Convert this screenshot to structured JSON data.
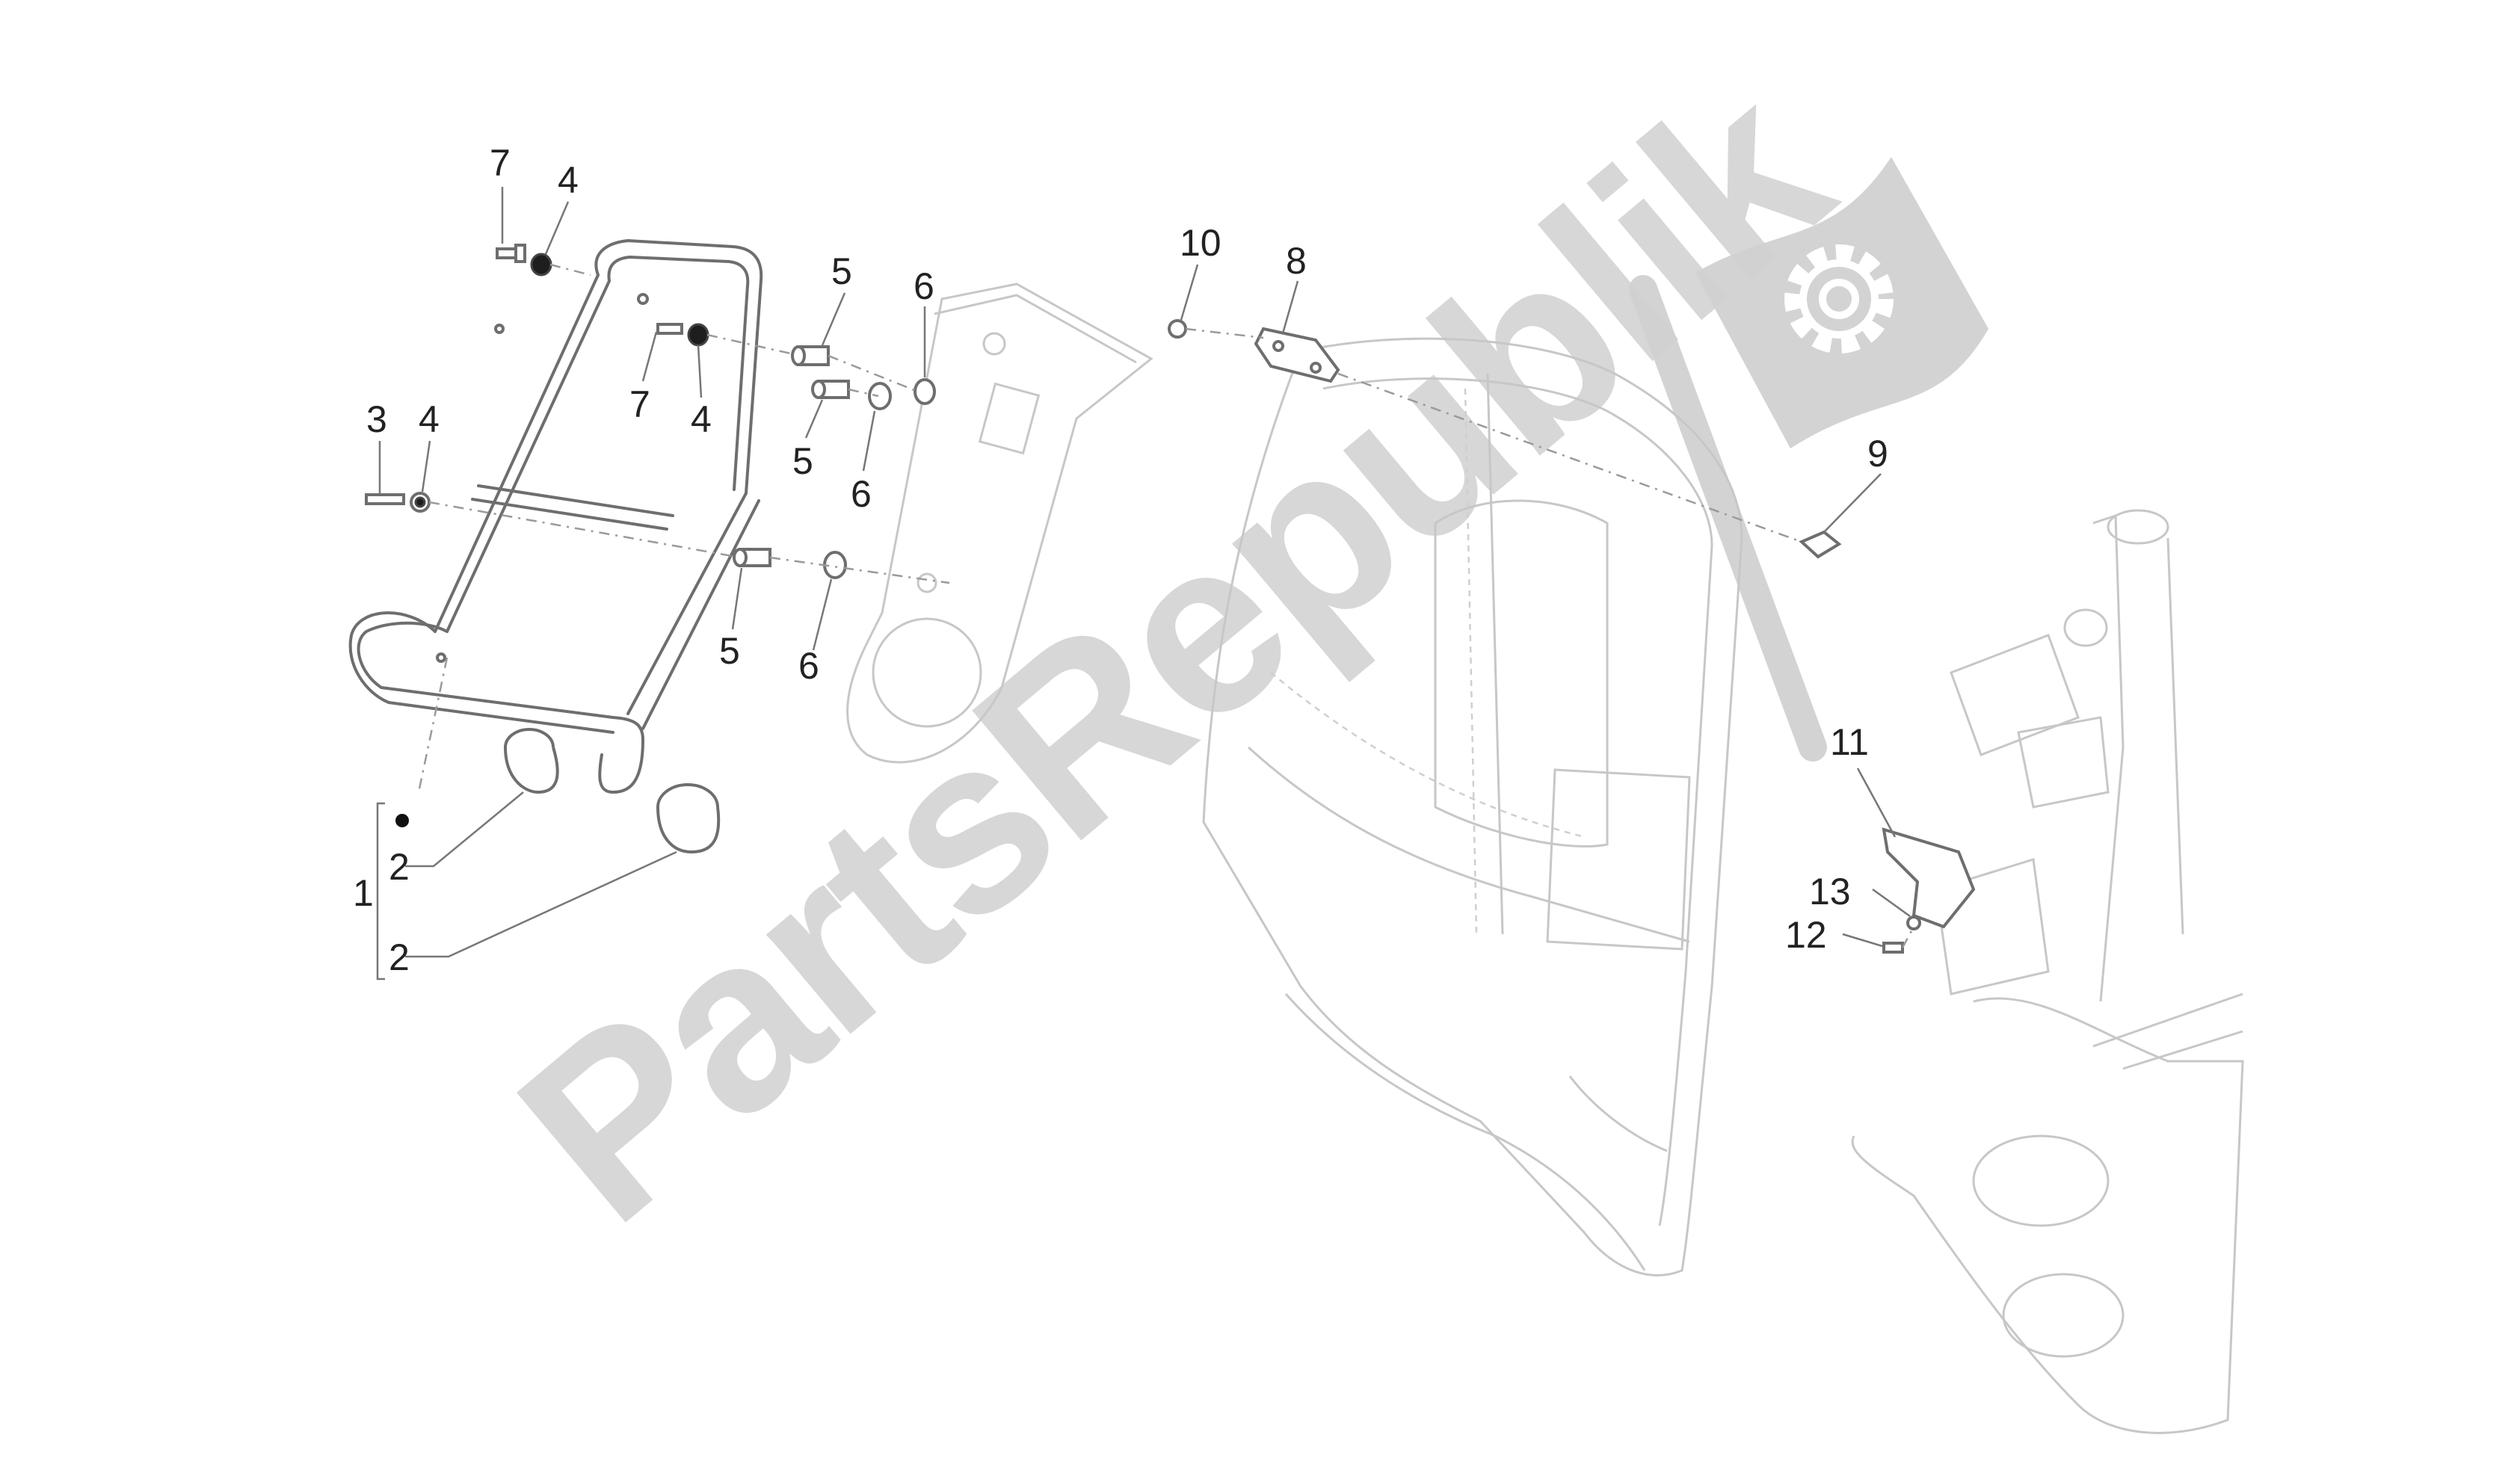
{
  "watermark": {
    "text": "PartsRepublik",
    "icon": "gear-flag-logo"
  },
  "callouts": [
    {
      "id": "c7a",
      "label": "7"
    },
    {
      "id": "c4a",
      "label": "4"
    },
    {
      "id": "c7b",
      "label": "7"
    },
    {
      "id": "c4b",
      "label": "4"
    },
    {
      "id": "c3",
      "label": "3"
    },
    {
      "id": "c4c",
      "label": "4"
    },
    {
      "id": "c5a",
      "label": "5"
    },
    {
      "id": "c6a",
      "label": "6"
    },
    {
      "id": "c5b",
      "label": "5"
    },
    {
      "id": "c6b",
      "label": "6"
    },
    {
      "id": "c5c",
      "label": "5"
    },
    {
      "id": "c6c",
      "label": "6"
    },
    {
      "id": "c10",
      "label": "10"
    },
    {
      "id": "c8",
      "label": "8"
    },
    {
      "id": "c9",
      "label": "9"
    },
    {
      "id": "c11",
      "label": "11"
    },
    {
      "id": "c13",
      "label": "13"
    },
    {
      "id": "c12",
      "label": "12"
    },
    {
      "id": "c1",
      "label": "1"
    },
    {
      "id": "c2a",
      "label": "2"
    },
    {
      "id": "c2b",
      "label": "2"
    }
  ]
}
